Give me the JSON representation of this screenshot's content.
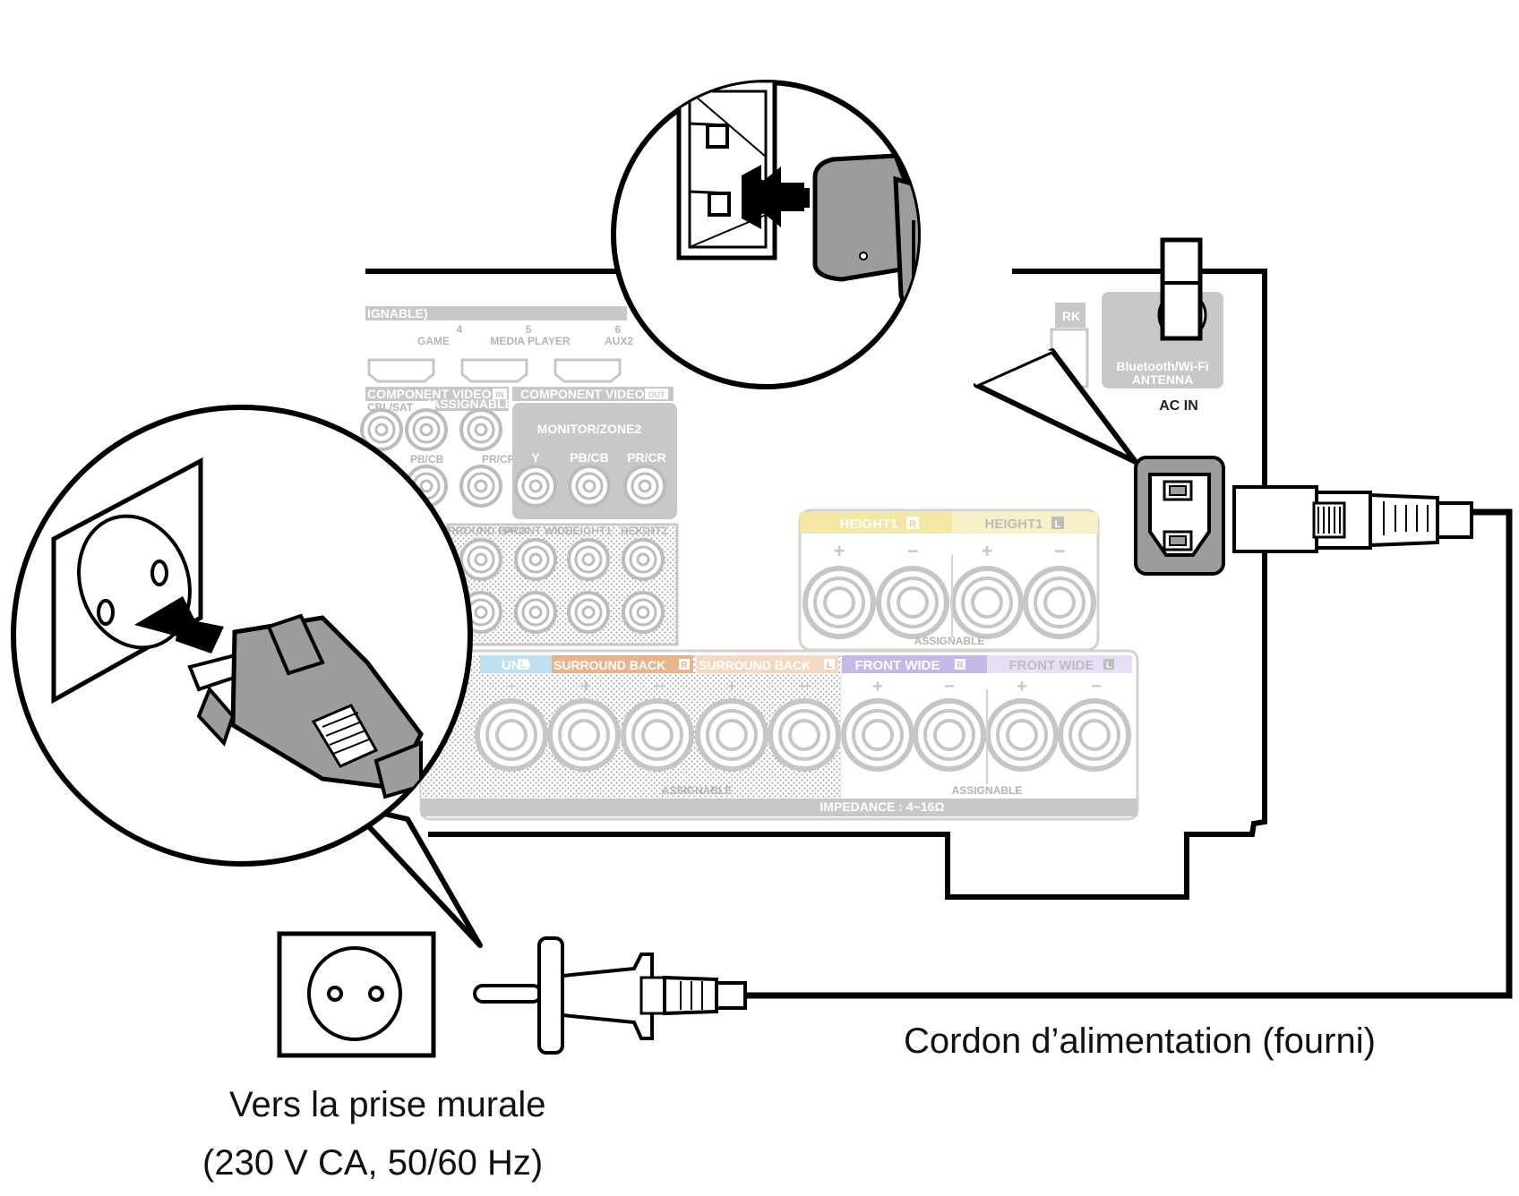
{
  "captions": {
    "cord": "Cordon d’alimentation (fourni)",
    "wall_line1": "Vers la prise murale",
    "wall_line2": "(230 V CA, 50/60 Hz)"
  },
  "panel": {
    "ac_in": "AC IN",
    "bt_antenna_line1": "Bluetooth/Wi-Fi",
    "bt_antenna_line2": "ANTENNA",
    "network_partial": "RK",
    "hdmi_assignable": "IGNABLE)",
    "hdmi_inputs": [
      {
        "num": "4",
        "name": "GAME"
      },
      {
        "num": "5",
        "name": "MEDIA PLAYER"
      },
      {
        "num": "6",
        "name": "AUX2"
      }
    ],
    "component_in_label": "COMPONENT VIDEO",
    "component_in_badge": "IN",
    "component_in_assignable": "(ASSIGNABLE)",
    "component_in_source": "CBL/SAT",
    "component_in_pb": "PB/CB",
    "component_in_pr": "PR/CR",
    "component_out_label": "COMPONENT VIDEO",
    "component_out_badge": "OUT",
    "monitor_zone2": "MONITOR/ZONE2",
    "component_out_jacks": [
      "Y",
      "PB/CB",
      "PR/CR"
    ],
    "preout_labels": [
      "SURROUND BACK",
      "FRONT WIDE",
      "HEIGHT1",
      "HEIGHT2"
    ],
    "height1_r": "HEIGHT1",
    "height1_l": "HEIGHT1",
    "r_badge": "R",
    "l_badge": "L",
    "assignable": "ASSIGNABLE",
    "surround_partial": "UND",
    "surround_back_r": "SURROUND BACK",
    "surround_back_l": "SURROUND BACK",
    "front_wide_r": "FRONT WIDE",
    "front_wide_l": "FRONT WIDE",
    "impedance": "IMPEDANCE : 4~16Ω",
    "plus": "+",
    "minus": "−"
  },
  "colors": {
    "line": "#000000",
    "panel_grey": "#c8c8c8",
    "height_accent": "#f3e7a3",
    "surround_back_accent": "#e7b48c",
    "front_wide_accent": "#c6b7e6",
    "surround_accent": "#bfe0ee",
    "plug_grey": "#9c9c9c"
  }
}
